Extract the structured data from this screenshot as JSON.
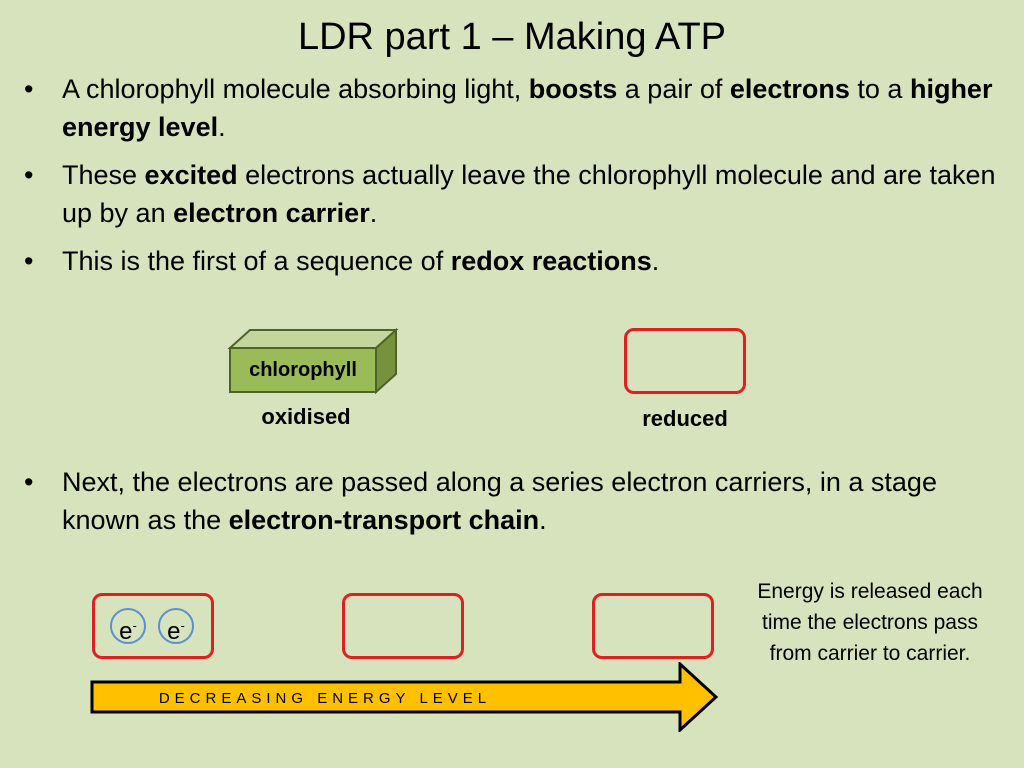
{
  "title": "LDR part 1 – Making ATP",
  "bullet_symbol": "•",
  "bullets": [
    {
      "t1": "A chlorophyll molecule absorbing light, ",
      "b1": "boosts",
      "t2": " a pair of ",
      "b2": "electrons",
      "t3": " to a ",
      "b3": "higher energy level",
      "t4": "."
    },
    {
      "t1": "These ",
      "b1": "excited",
      "t2": " electrons actually leave the chlorophyll molecule and are taken up by an ",
      "b2": "electron carrier",
      "t3": "."
    },
    {
      "t1": "This is the first of a sequence of ",
      "b1": "redox reactions",
      "t2": "."
    },
    {
      "t1": "Next, the electrons are passed along a series electron carriers, in a stage known as the ",
      "b1": "electron-transport chain",
      "t2": "."
    }
  ],
  "diagram": {
    "chlorophyll_label": "chlorophyll",
    "oxidised_label": "oxidised",
    "reduced_label": "reduced",
    "electron_symbol": "e",
    "electron_charge": "-",
    "arrow_label": "DECREASING ENERGY LEVEL",
    "energy_note": "Energy is released each time the electrons pass from carrier to carrier."
  },
  "colors": {
    "background": "#d6e3bc",
    "carrier_border": "#e02020",
    "electron_border": "#5b8fd0",
    "chlorophyll_fill": "#9bbb59",
    "arrow_fill": "#ffc000"
  }
}
